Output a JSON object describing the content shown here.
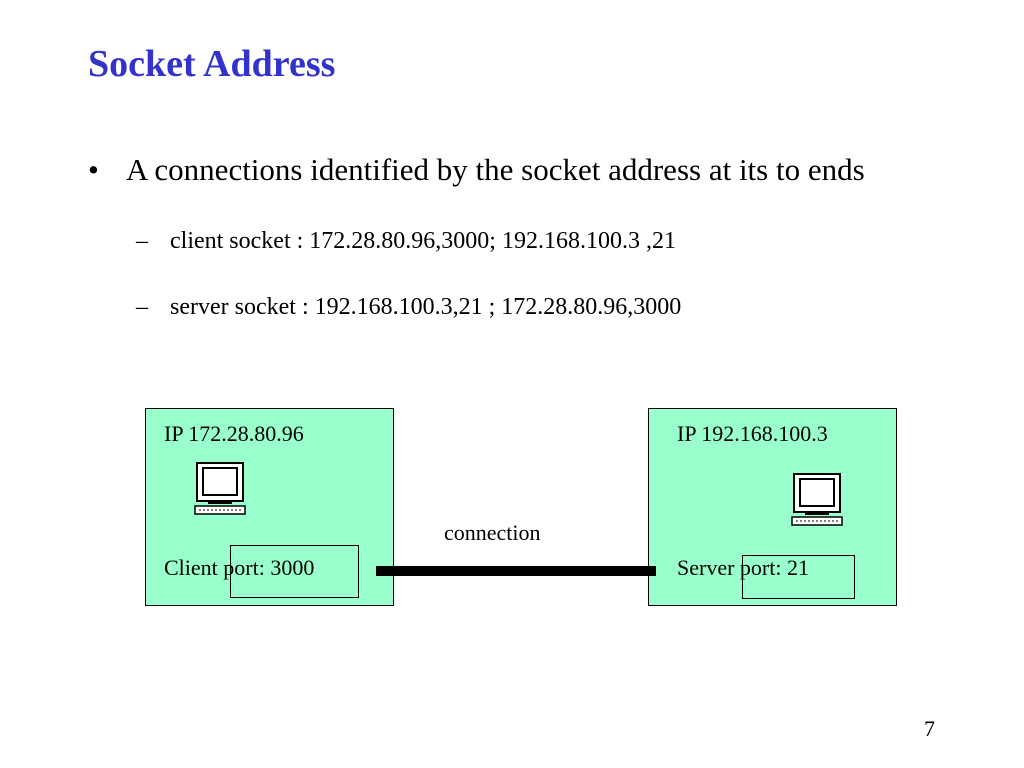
{
  "slide": {
    "title": "Socket Address",
    "bullet": {
      "marker": "•",
      "text": "A connections identified by the socket address at its to ends"
    },
    "subbullets": [
      {
        "marker": "–",
        "text": "client socket : 172.28.80.96,3000; 192.168.100.3 ,21"
      },
      {
        "marker": "–",
        "text": "server socket : 192.168.100.3,21 ; 172.28.80.96,3000"
      }
    ],
    "page_number": "7"
  },
  "diagram": {
    "client": {
      "ip": "IP 172.28.80.96",
      "port_label": "Client port: 3000",
      "icon": "computer-icon"
    },
    "server": {
      "ip": "IP 192.168.100.3",
      "port_label": "Server port: 21",
      "icon": "computer-icon"
    },
    "connection_label": "connection",
    "colors": {
      "host_fill": "#99ffcc",
      "title": "#3333cc",
      "line": "#000000"
    }
  }
}
